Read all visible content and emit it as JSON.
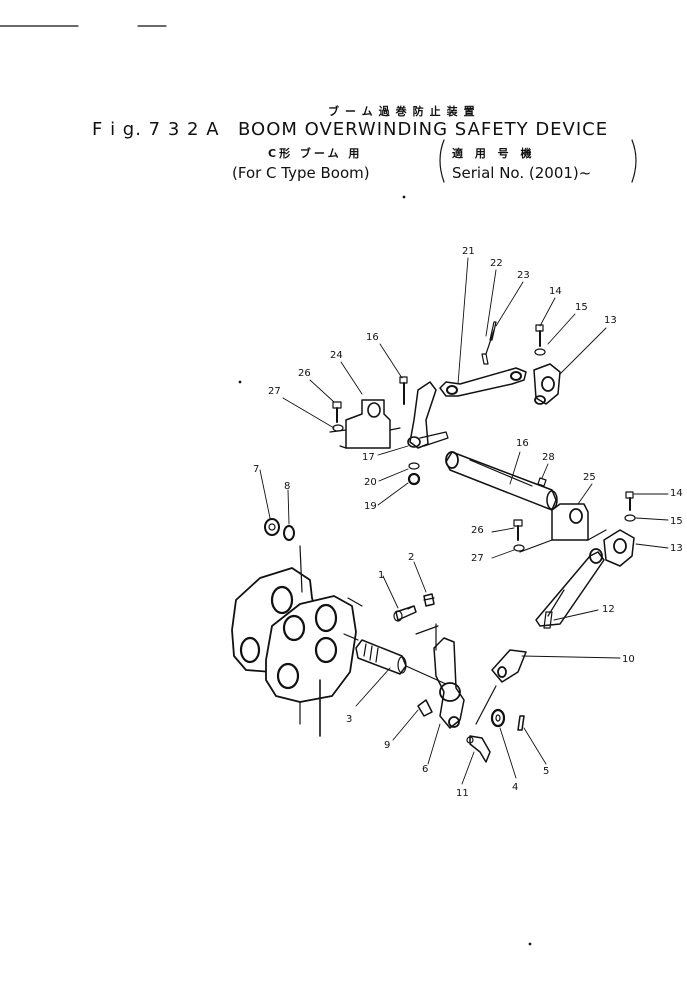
{
  "header": {
    "title_jp": "ブーム過巻防止装置",
    "fig_label": "F i g.  7 3 2 A",
    "title_en": "BOOM OVERWINDING SAFETY DEVICE",
    "sub_left_jp": "C形 ブーム 用",
    "sub_left_en": "(For C Type Boom)",
    "sub_right_jp": "適 用 号 機",
    "sub_right_en": "Serial No. (2001)~"
  },
  "parts": [
    {
      "id": "p1",
      "label": "1"
    },
    {
      "id": "p2",
      "label": "2"
    },
    {
      "id": "p3",
      "label": "3"
    },
    {
      "id": "p4",
      "label": "4"
    },
    {
      "id": "p5",
      "label": "5"
    },
    {
      "id": "p6",
      "label": "6"
    },
    {
      "id": "p7",
      "label": "7"
    },
    {
      "id": "p8",
      "label": "8"
    },
    {
      "id": "p9",
      "label": "9"
    },
    {
      "id": "p10",
      "label": "10"
    },
    {
      "id": "p11",
      "label": "11"
    },
    {
      "id": "p12",
      "label": "12"
    },
    {
      "id": "p13a",
      "label": "13"
    },
    {
      "id": "p13b",
      "label": "13"
    },
    {
      "id": "p14a",
      "label": "14"
    },
    {
      "id": "p14b",
      "label": "14"
    },
    {
      "id": "p15a",
      "label": "15"
    },
    {
      "id": "p15b",
      "label": "15"
    },
    {
      "id": "p16a",
      "label": "16"
    },
    {
      "id": "p16b",
      "label": "16"
    },
    {
      "id": "p17",
      "label": "17"
    },
    {
      "id": "p19",
      "label": "19"
    },
    {
      "id": "p20",
      "label": "20"
    },
    {
      "id": "p21",
      "label": "21"
    },
    {
      "id": "p22",
      "label": "22"
    },
    {
      "id": "p23",
      "label": "23"
    },
    {
      "id": "p24",
      "label": "24"
    },
    {
      "id": "p25",
      "label": "25"
    },
    {
      "id": "p26a",
      "label": "26"
    },
    {
      "id": "p26b",
      "label": "26"
    },
    {
      "id": "p27a",
      "label": "27"
    },
    {
      "id": "p27b",
      "label": "27"
    },
    {
      "id": "p28",
      "label": "28"
    }
  ]
}
